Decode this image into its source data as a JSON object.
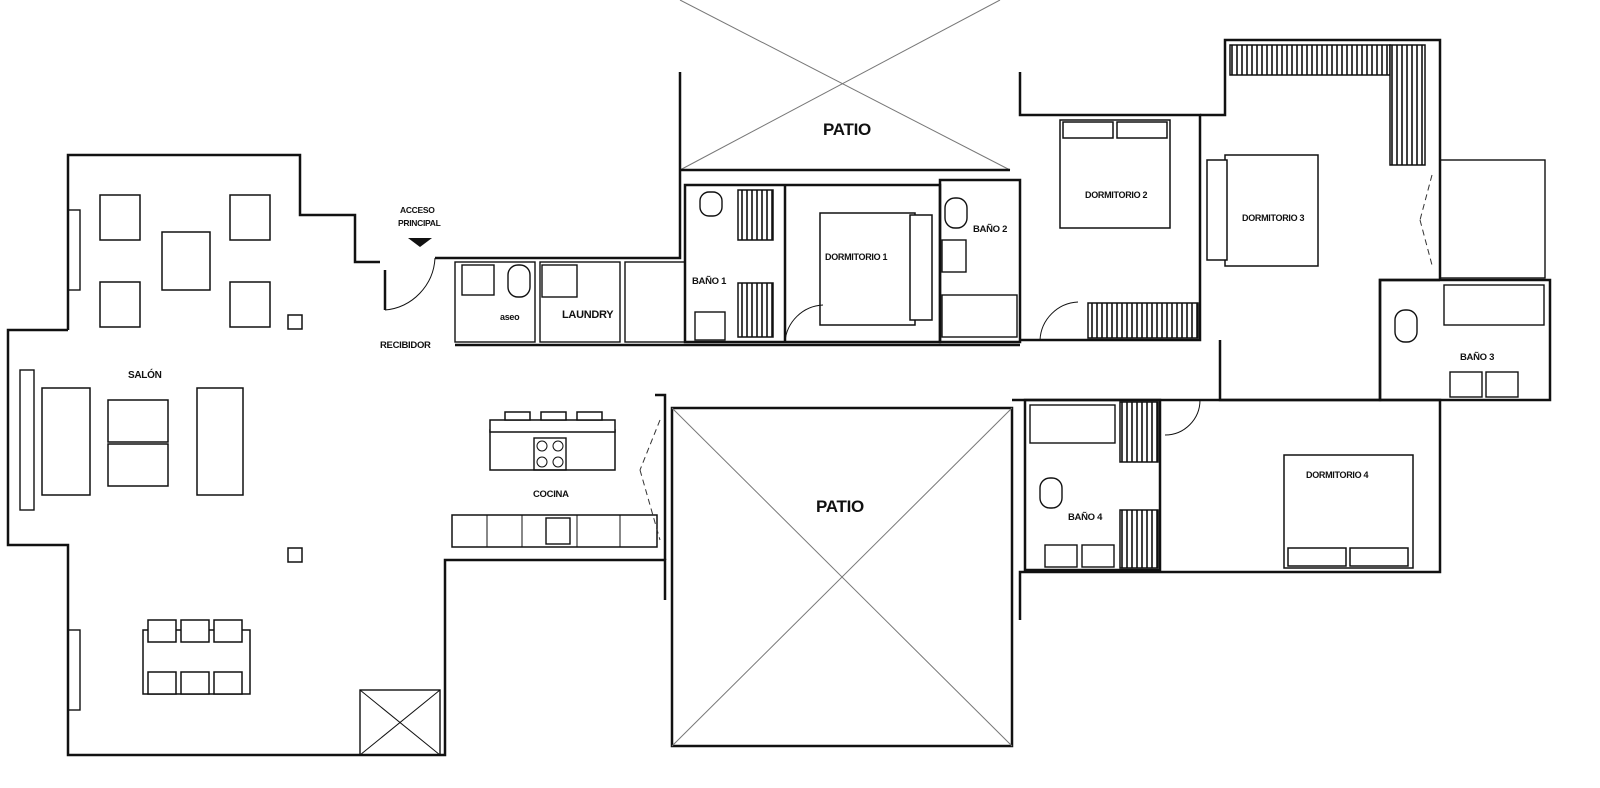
{
  "rooms": {
    "salon": "SALÓN",
    "acceso_line1": "ACCESO",
    "acceso_line2": "PRINCIPAL",
    "recibidor": "RECIBIDOR",
    "aseo": "aseo",
    "laundry": "LAUNDRY",
    "cocina": "COCINA",
    "patio_top": "PATIO",
    "patio_bottom": "PATIO",
    "bano1": "BAÑO 1",
    "bano2": "BAÑO 2",
    "bano3": "BAÑO 3",
    "bano4": "BAÑO 4",
    "dormitorio1": "DORMITORIO 1",
    "dormitorio2": "DORMITORIO 2",
    "dormitorio3": "DORMITORIO 3",
    "dormitorio4": "DORMITORIO 4"
  }
}
